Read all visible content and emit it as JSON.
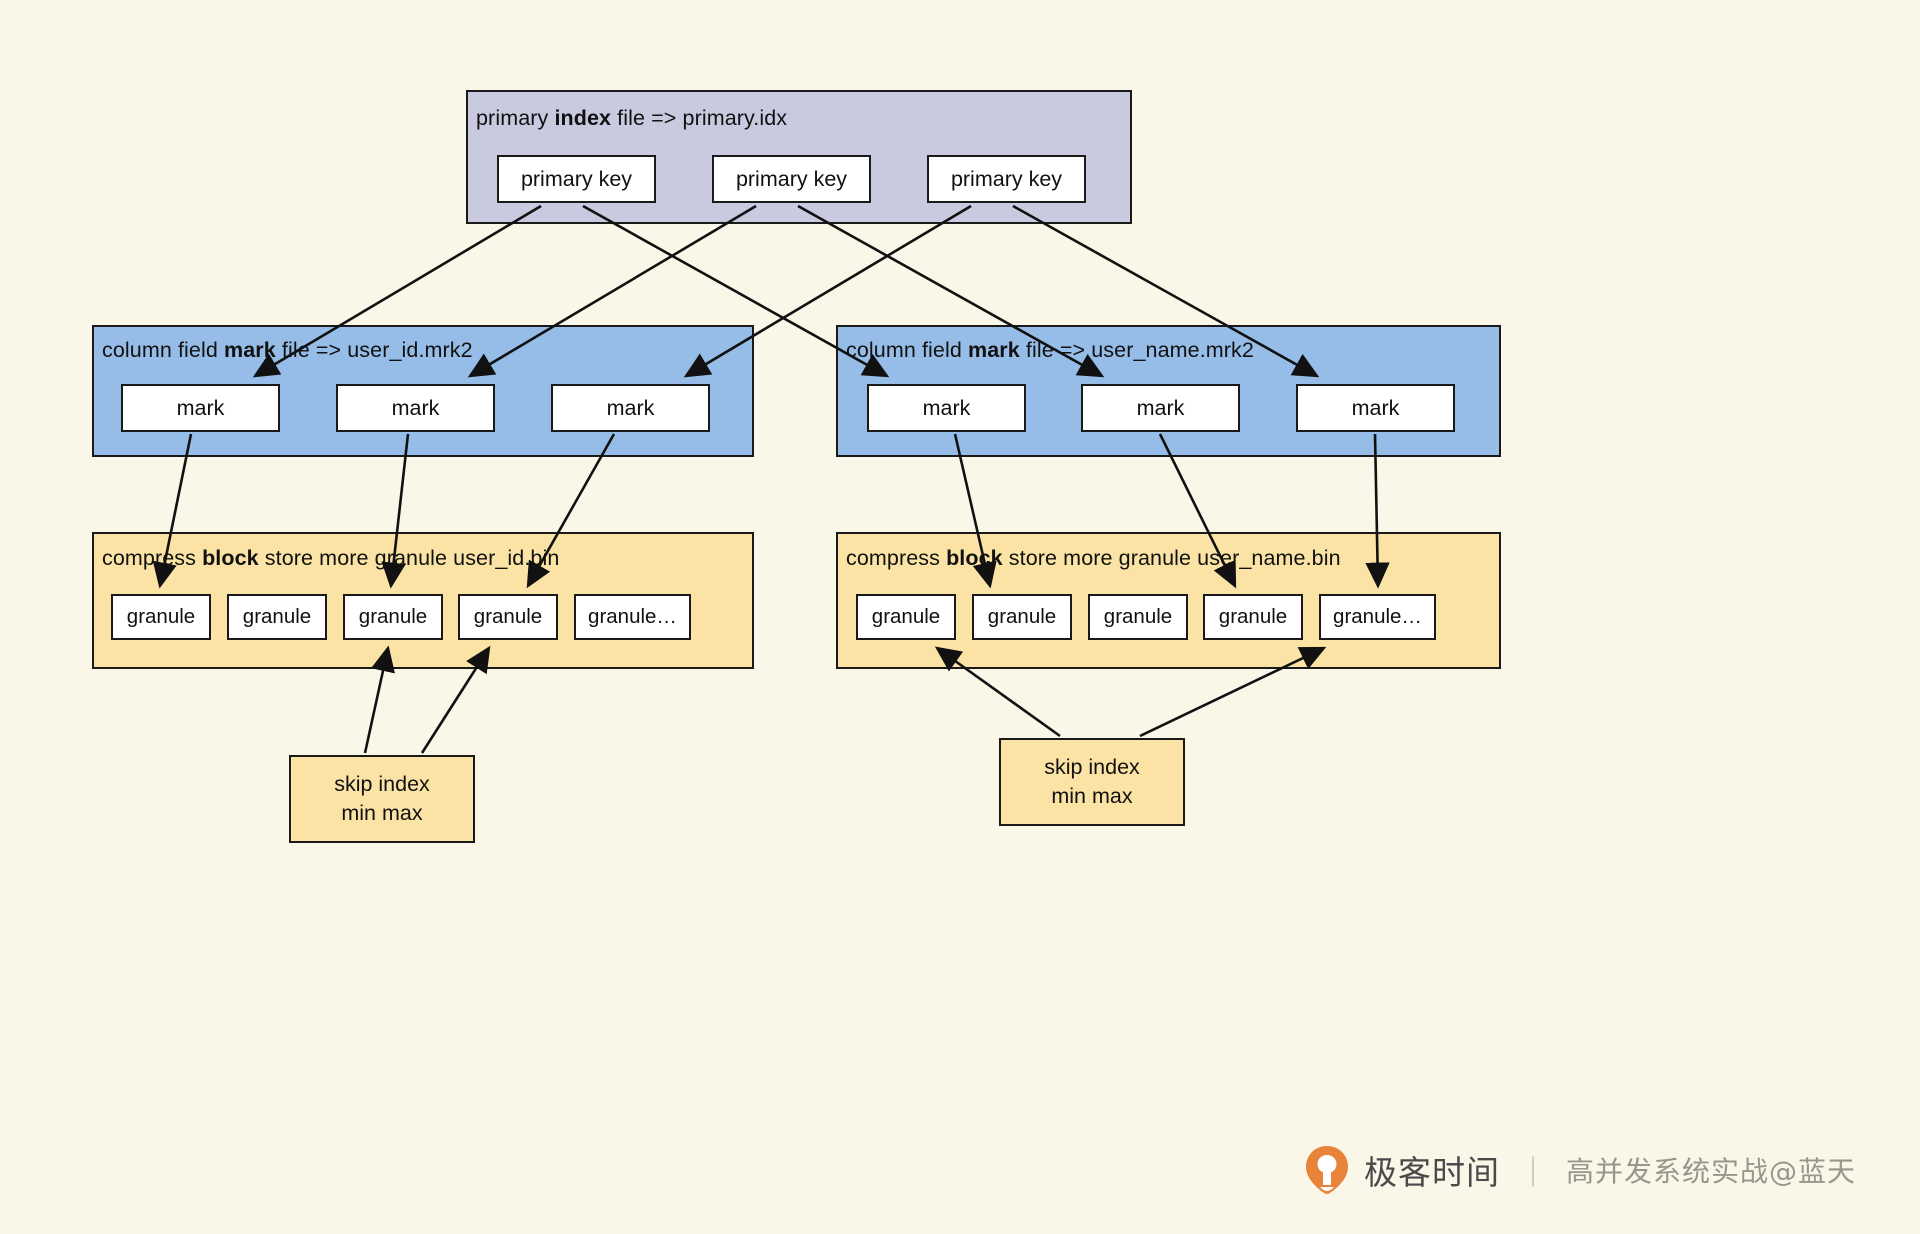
{
  "diagram": {
    "title": "ClickHouse MergeTree storage index layout",
    "background_color": "#faf7e9",
    "panels": [
      {
        "id": "primary-index",
        "label_prefix": "primary ",
        "label_bold": "index",
        "label_suffix": " file => primary.idx",
        "color": "#c9c9e0",
        "cells": [
          {
            "text": "primary key"
          },
          {
            "text": "primary key"
          },
          {
            "text": "primary key"
          }
        ]
      },
      {
        "id": "mark-user-id",
        "label_prefix": "column field ",
        "label_bold": "mark",
        "label_suffix": " file => user_id.mrk2",
        "color": "#95bde8",
        "cells": [
          {
            "text": "mark"
          },
          {
            "text": "mark"
          },
          {
            "text": "mark"
          }
        ]
      },
      {
        "id": "mark-user-name",
        "label_prefix": "column field ",
        "label_bold": "mark",
        "label_suffix": " file => user_name.mrk2",
        "color": "#95bde8",
        "cells": [
          {
            "text": "mark"
          },
          {
            "text": "mark"
          },
          {
            "text": "mark"
          }
        ]
      },
      {
        "id": "block-user-id",
        "label_prefix": "compress ",
        "label_bold": "block",
        "label_suffix": " store more granule user_id.bin",
        "color": "#fae3a4",
        "cells": [
          {
            "text": "granule"
          },
          {
            "text": "granule"
          },
          {
            "text": "granule"
          },
          {
            "text": "granule"
          },
          {
            "text": "granule…"
          }
        ]
      },
      {
        "id": "block-user-name",
        "label_prefix": "compress ",
        "label_bold": "block",
        "label_suffix": " store more granule user_name.bin",
        "color": "#fae3a4",
        "cells": [
          {
            "text": "granule"
          },
          {
            "text": "granule"
          },
          {
            "text": "granule"
          },
          {
            "text": "granule"
          },
          {
            "text": "granule…"
          }
        ]
      }
    ],
    "skip_index_boxes": [
      {
        "id": "skip-index-left",
        "line1": "skip index",
        "line2": "min max"
      },
      {
        "id": "skip-index-right",
        "line1": "skip index",
        "line2": "min max"
      }
    ]
  },
  "watermark": {
    "brand": "极客时间",
    "separator": "｜",
    "tagline": "高并发系统实战@蓝天",
    "logo_color": "#e8833a"
  }
}
